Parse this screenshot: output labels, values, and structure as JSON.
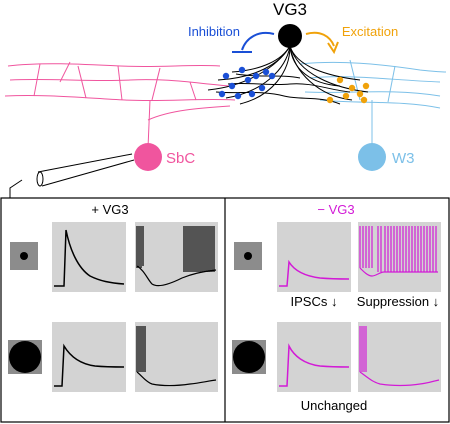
{
  "labels": {
    "vg3": "VG3",
    "inhibition": "Inhibition",
    "excitation": "Excitation",
    "sbc": "SbC",
    "w3": "W3",
    "with_vg3": "+ VG3",
    "without_vg3": "− VG3",
    "ipscs": "IPSCs ↓",
    "suppression": "Suppression ↓",
    "unchanged": "Unchanged"
  },
  "colors": {
    "inhibition": "#1a4fd6",
    "excitation": "#f0a20a",
    "sbc": "#f0559e",
    "w3": "#7cc0e8",
    "vg3": "#000000",
    "trace_with_vg3": "#000000",
    "trace_without_vg3": "#d21ad6",
    "panel_gray": "#d3d3d3",
    "stimulus_bg": "#8c8c8c"
  },
  "stimuli": [
    "small-spot",
    "large-spot"
  ]
}
